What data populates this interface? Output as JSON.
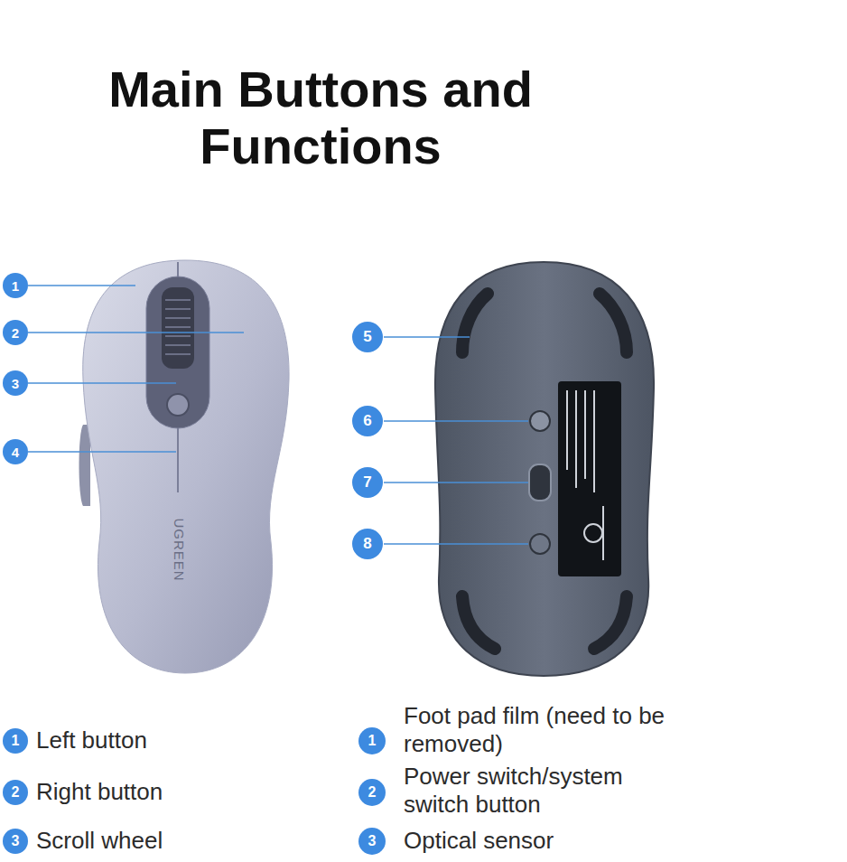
{
  "diagram": {
    "title": "Main Buttons and Functions",
    "labels": [
      "1",
      "2",
      "3",
      "4",
      "5",
      "6",
      "7",
      "8",
      "UGREEN",
      "1",
      "Left button",
      "2",
      "Right button",
      "3",
      "Scroll wheel",
      "1",
      "Foot pad film (need to be removed)",
      "2",
      "Power switch/system switch button",
      "3",
      "Optical sensor"
    ]
  }
}
